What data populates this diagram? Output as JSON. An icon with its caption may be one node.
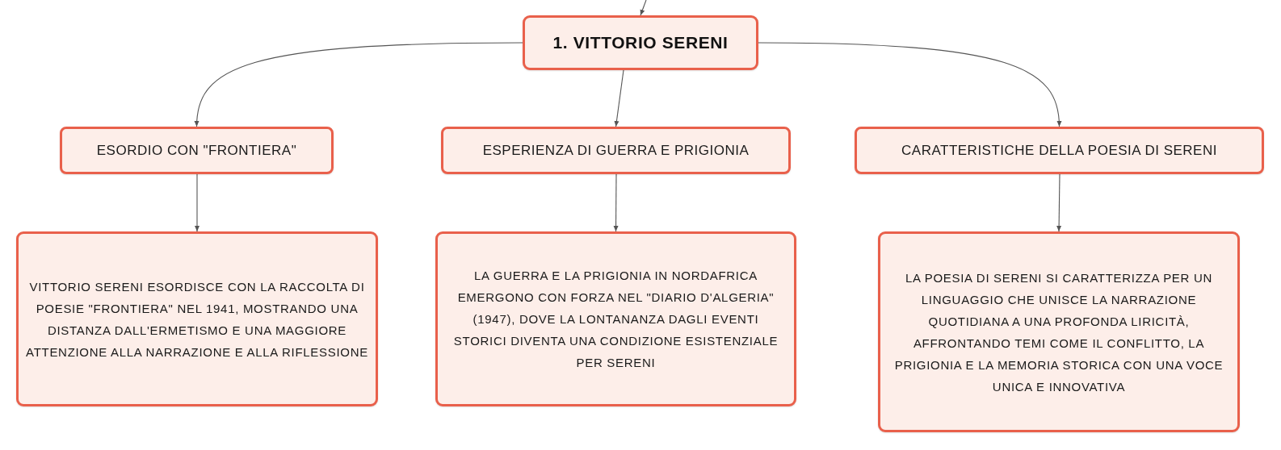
{
  "diagram": {
    "nodes": [
      {
        "text": [
          "1. VITTORIO SERENI"
        ]
      },
      {
        "text": [
          "ESORDIO CON \"FRONTIERA\""
        ]
      },
      {
        "text": [
          "ESPERIENZA DI GUERRA E PRIGIONIA"
        ]
      },
      {
        "text": [
          "CARATTERISTICHE DELLA POESIA DI SERENI"
        ]
      },
      {
        "text": [
          "VITTORIO SERENI ESORDISCE CON LA RACCOLTA DI POESIE \"FRONTIERA\" NEL 1941, MOSTRANDO UNA DISTANZA DALL'ERMETISMO E UNA MAGGIORE ATTENZIONE ALLA NARRAZIONE E ALLA RIFLESSIONE"
        ]
      },
      {
        "text": [
          "LA GUERRA E LA PRIGIONIA IN NORDAFRICA EMERGONO CON FORZA NEL \"DIARIO D'ALGERIA\" (1947), DOVE LA LONTANANZA DAGLI EVENTI STORICI DIVENTA UNA CONDIZIONE ESISTENZIALE PER SERENI"
        ]
      },
      {
        "text": [
          "LA POESIA DI SERENI SI CARATTERIZZA PER UN LINGUAGGIO CHE UNISCE LA NARRAZIONE QUOTIDIANA A UNA PROFONDA LIRICITÀ, AFFRONTANDO TEMI COME IL CONFLITTO, LA PRIGIONIA E LA MEMORIA STORICA CON UNA VOCE UNICA E INNOVATIVA"
        ]
      }
    ],
    "edges": [
      {
        "from": null,
        "to": 0,
        "arrow": "to"
      },
      {
        "from": 0,
        "to": 1,
        "arrow": "to"
      },
      {
        "from": 0,
        "to": 2,
        "arrow": "to"
      },
      {
        "from": 0,
        "to": 3,
        "arrow": "to"
      },
      {
        "from": 1,
        "to": 4,
        "arrow": "to"
      },
      {
        "from": 2,
        "to": 5,
        "arrow": "to"
      },
      {
        "from": 3,
        "to": 6,
        "arrow": "to"
      }
    ]
  }
}
